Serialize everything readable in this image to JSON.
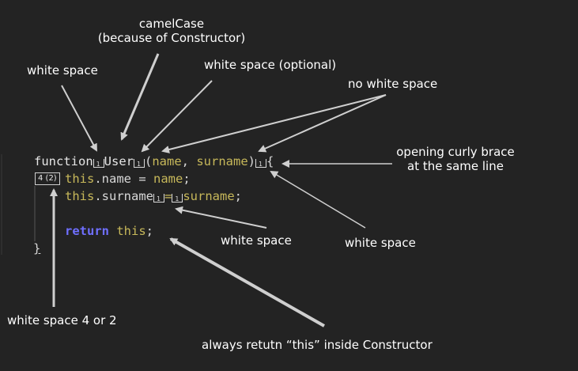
{
  "annotations": {
    "camel_case_line1": "camelCase",
    "camel_case_line2": "(because of Constructor)",
    "white_space_left": "white space",
    "white_space_optional": "white space (optional)",
    "no_white_space": "no white space",
    "opening_brace_line1": "opening curly brace",
    "opening_brace_line2": "at the same line",
    "white_space_under_surname": "white space",
    "white_space_right": "white space",
    "indent_box": "4 (2)",
    "white_space_indent": "white space 4 or 2",
    "always_return": "always retutn “this” inside Constructor"
  },
  "code": {
    "keyword_function": "function",
    "fn_name": "User",
    "paren_open": "(",
    "param1": "name",
    "comma": ", ",
    "param2": "surname",
    "paren_close": ")",
    "brace_open": "{",
    "line2_this": "this",
    "line2_rest": ".name = ",
    "line2_val": "name",
    "line2_end": ";",
    "line3_this": "this",
    "line3_prop": ".surname",
    "line3_eq": "=",
    "line3_val": "surname",
    "line3_end": ";",
    "return_kw": "return",
    "return_val": "this",
    "return_end": ";",
    "brace_close": "}"
  },
  "colors": {
    "background": "#232323",
    "arrow": "#cfcfcf",
    "return_keyword": "#6f6fff",
    "identifier": "#c7b85a"
  }
}
